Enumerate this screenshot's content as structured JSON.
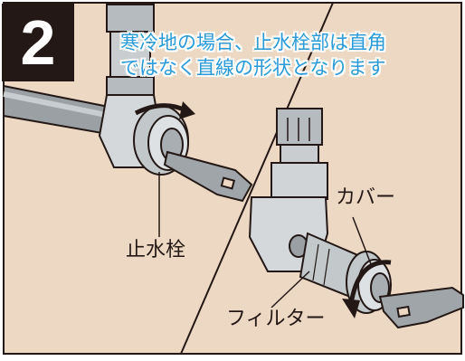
{
  "step_number": "2",
  "note": {
    "line1": "寒冷地の場合、止水栓部は直角",
    "line2": "ではなく直線の形状となります"
  },
  "labels": {
    "stop_valve": "止水栓",
    "cover": "カバー",
    "filter": "フィルター"
  },
  "colors": {
    "background": "#ecd8c3",
    "accent_text": "#2a9ad8",
    "step_badge": "#231815",
    "line": "#231815"
  }
}
